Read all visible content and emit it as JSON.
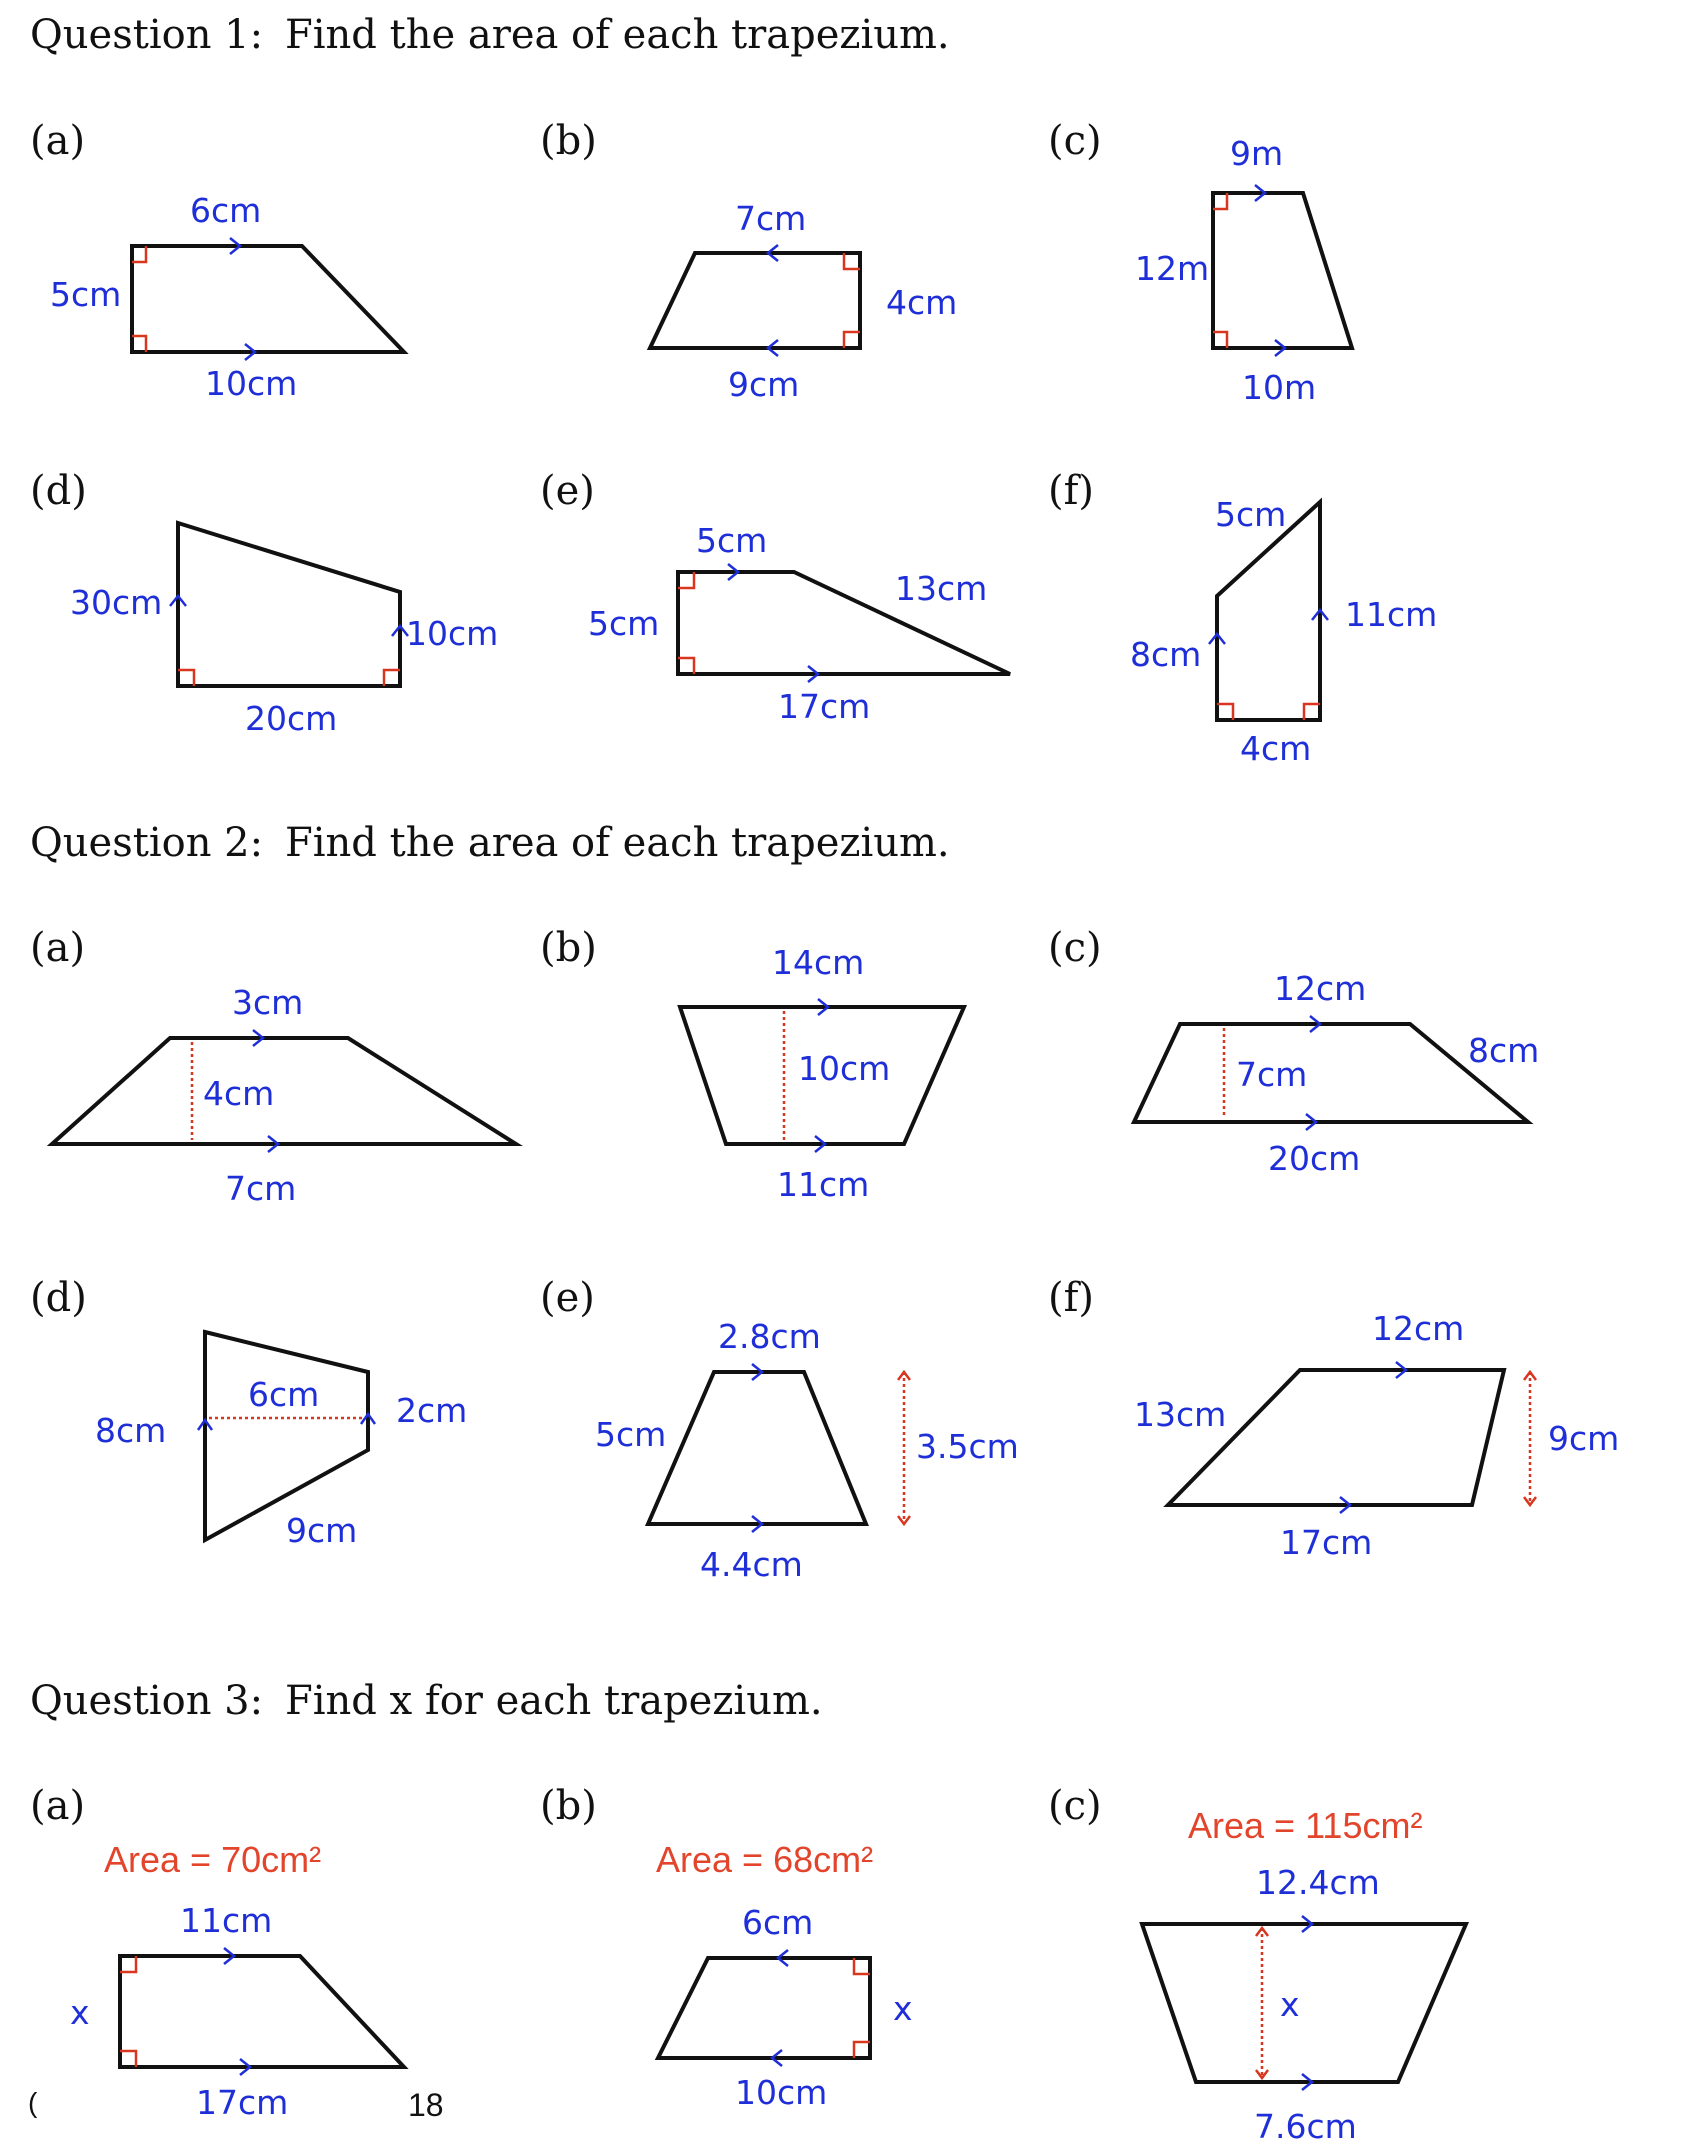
{
  "questions": [
    {
      "number": "Question 1:",
      "instruction": "Find the area of each trapezium."
    },
    {
      "number": "Question 2:",
      "instruction": "Find the area of each trapezium."
    },
    {
      "number": "Question 3:",
      "instruction": "Find x for each trapezium."
    }
  ],
  "q1": {
    "a": {
      "part": "(a)",
      "top": "6cm",
      "side": "5cm",
      "bottom": "10cm"
    },
    "b": {
      "part": "(b)",
      "top": "7cm",
      "side": "4cm",
      "bottom": "9cm"
    },
    "c": {
      "part": "(c)",
      "top": "9m",
      "side": "12m",
      "bottom": "10m"
    },
    "d": {
      "part": "(d)",
      "left": "30cm",
      "right": "10cm",
      "bottom": "20cm"
    },
    "e": {
      "part": "(e)",
      "top": "5cm",
      "slant": "13cm",
      "side": "5cm",
      "bottom": "17cm"
    },
    "f": {
      "part": "(f)",
      "top": "5cm",
      "left": "8cm",
      "right": "11cm",
      "bottom": "4cm"
    }
  },
  "q2": {
    "a": {
      "part": "(a)",
      "top": "3cm",
      "height": "4cm",
      "bottom": "7cm"
    },
    "b": {
      "part": "(b)",
      "top": "14cm",
      "height": "10cm",
      "bottom": "11cm"
    },
    "c": {
      "part": "(c)",
      "top": "12cm",
      "height": "7cm",
      "slant": "8cm",
      "bottom": "20cm"
    },
    "d": {
      "part": "(d)",
      "left": "8cm",
      "height": "6cm",
      "right": "2cm",
      "slant": "9cm"
    },
    "e": {
      "part": "(e)",
      "top": "2.8cm",
      "slant": "5cm",
      "height": "3.5cm",
      "bottom": "4.4cm"
    },
    "f": {
      "part": "(f)",
      "top": "12cm",
      "slant": "13cm",
      "height": "9cm",
      "bottom": "17cm"
    }
  },
  "q3": {
    "a": {
      "part": "(a)",
      "area": "Area = 70cm²",
      "top": "11cm",
      "x": "x",
      "bottom": "17cm"
    },
    "b": {
      "part": "(b)",
      "area": "Area = 68cm²",
      "top": "6cm",
      "x": "x",
      "bottom": "10cm"
    },
    "c": {
      "part": "(c)",
      "area": "Area = 115cm²",
      "top": "12.4cm",
      "x": "x",
      "bottom": "7.6cm"
    }
  },
  "footer": {
    "page_number": "18",
    "corner_mark": "("
  }
}
